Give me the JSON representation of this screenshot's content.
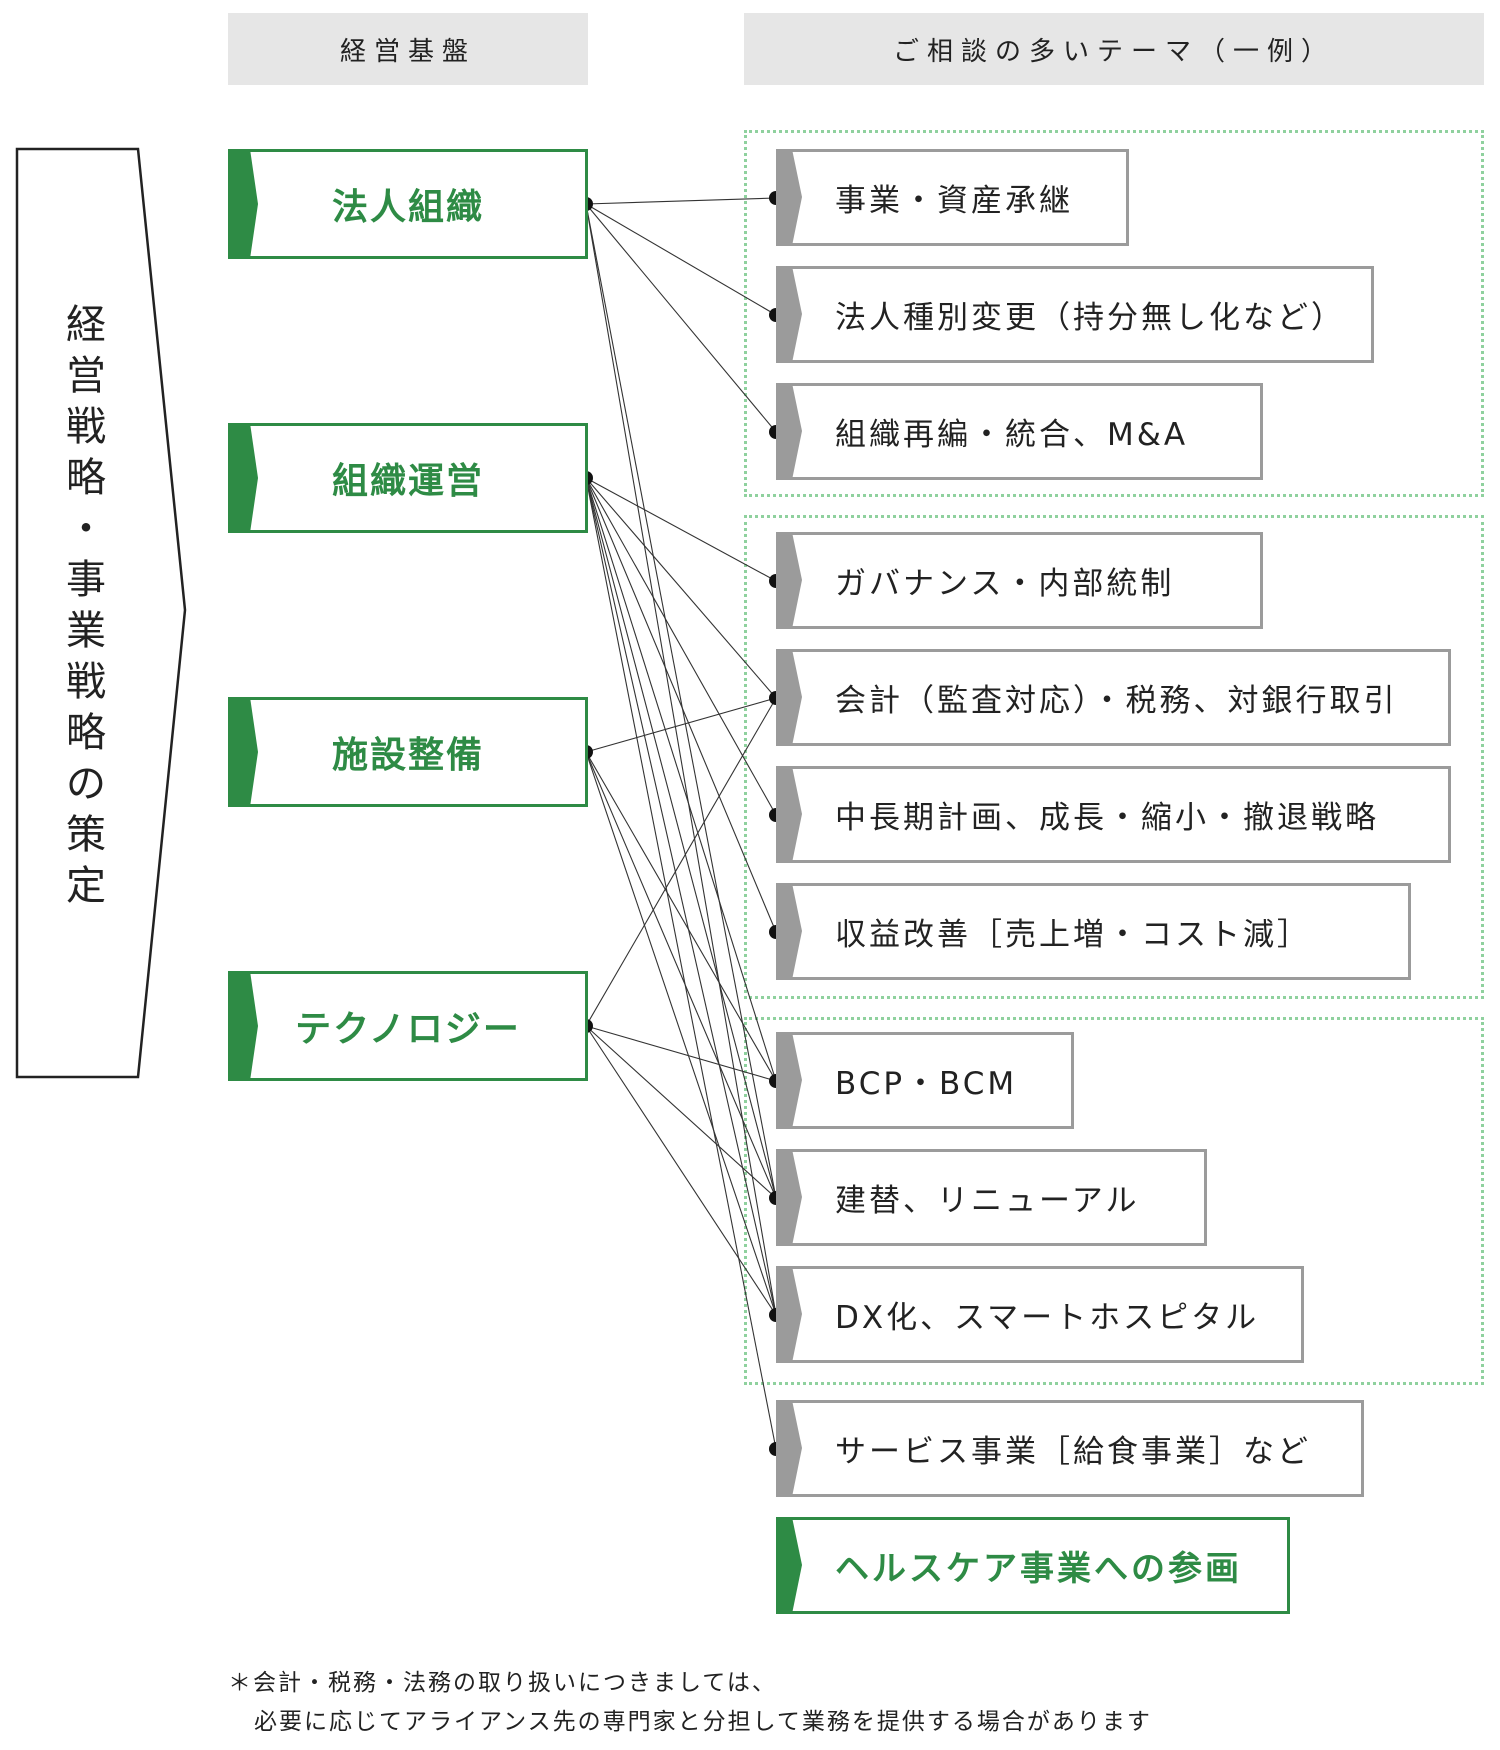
{
  "headers": {
    "left": "経営基盤",
    "right": "ご相談の多いテーマ（一例）"
  },
  "strategy_arrow": {
    "label_chars": [
      "経",
      "営",
      "戦",
      "略",
      "・",
      "事",
      "業",
      "戦",
      "略",
      "の",
      "策",
      "定"
    ]
  },
  "categories": [
    {
      "id": "hojin",
      "label": "法人組織"
    },
    {
      "id": "soshiki",
      "label": "組織運営"
    },
    {
      "id": "shisetsu",
      "label": "施設整備"
    },
    {
      "id": "tech",
      "label": "テクノロジー"
    }
  ],
  "topics": [
    {
      "label": "事業・資産承継"
    },
    {
      "label": "法人種別変更（持分無し化など）"
    },
    {
      "label": "組織再編・統合、M&A"
    },
    {
      "label": "ガバナンス・内部統制"
    },
    {
      "label": "会計（監査対応）・税務、対銀行取引"
    },
    {
      "label": "中長期計画、成長・縮小・撤退戦略"
    },
    {
      "label": "収益改善［売上増・コスト減］"
    },
    {
      "label": "BCP・BCM"
    },
    {
      "label": "建替、リニューアル"
    },
    {
      "label": "DX化、スマートホスピタル"
    },
    {
      "label": "サービス事業［給食事業］など"
    },
    {
      "label": "ヘルスケア事業への参画"
    }
  ],
  "connections": [
    {
      "from": 0,
      "to": 0
    },
    {
      "from": 0,
      "to": 1
    },
    {
      "from": 0,
      "to": 2
    },
    {
      "from": 0,
      "to": 8
    },
    {
      "from": 0,
      "to": 9
    },
    {
      "from": 1,
      "to": 3
    },
    {
      "from": 1,
      "to": 4
    },
    {
      "from": 1,
      "to": 5
    },
    {
      "from": 1,
      "to": 6
    },
    {
      "from": 1,
      "to": 7
    },
    {
      "from": 1,
      "to": 8
    },
    {
      "from": 1,
      "to": 9
    },
    {
      "from": 1,
      "to": 10
    },
    {
      "from": 2,
      "to": 4
    },
    {
      "from": 2,
      "to": 7
    },
    {
      "from": 2,
      "to": 8
    },
    {
      "from": 2,
      "to": 9
    },
    {
      "from": 3,
      "to": 4
    },
    {
      "from": 3,
      "to": 7
    },
    {
      "from": 3,
      "to": 8
    },
    {
      "from": 3,
      "to": 9
    }
  ],
  "colors": {
    "accent_green": "#2e8b45",
    "topic_border": "#9b9b9b",
    "group_dots": "#8fd19e",
    "header_bg": "#e6e6e6"
  },
  "notes": {
    "line1": "＊会計・税務・法務の取り扱いにつきましては、",
    "line2": "必要に応じてアライアンス先の専門家と分担して業務を提供する場合があります"
  }
}
